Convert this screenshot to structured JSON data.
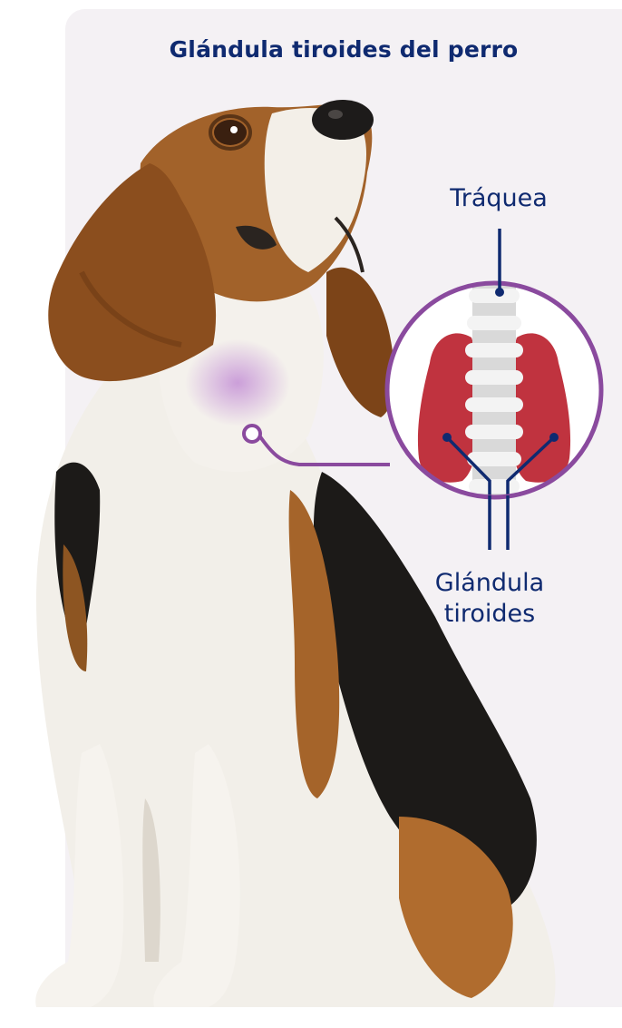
{
  "title": "Glándula tiroides del perro",
  "labels": {
    "trachea": "Tráquea",
    "thyroid_line1": "Glándula",
    "thyroid_line2": "tiroides"
  },
  "colors": {
    "title": "#0f2a70",
    "callout_ring": "#8a4a9e",
    "thyroid_lobe": "#c0333f",
    "trachea": "#d9d9d9",
    "neck_highlight": "#c99ad8",
    "background": "#f4f1f4"
  }
}
